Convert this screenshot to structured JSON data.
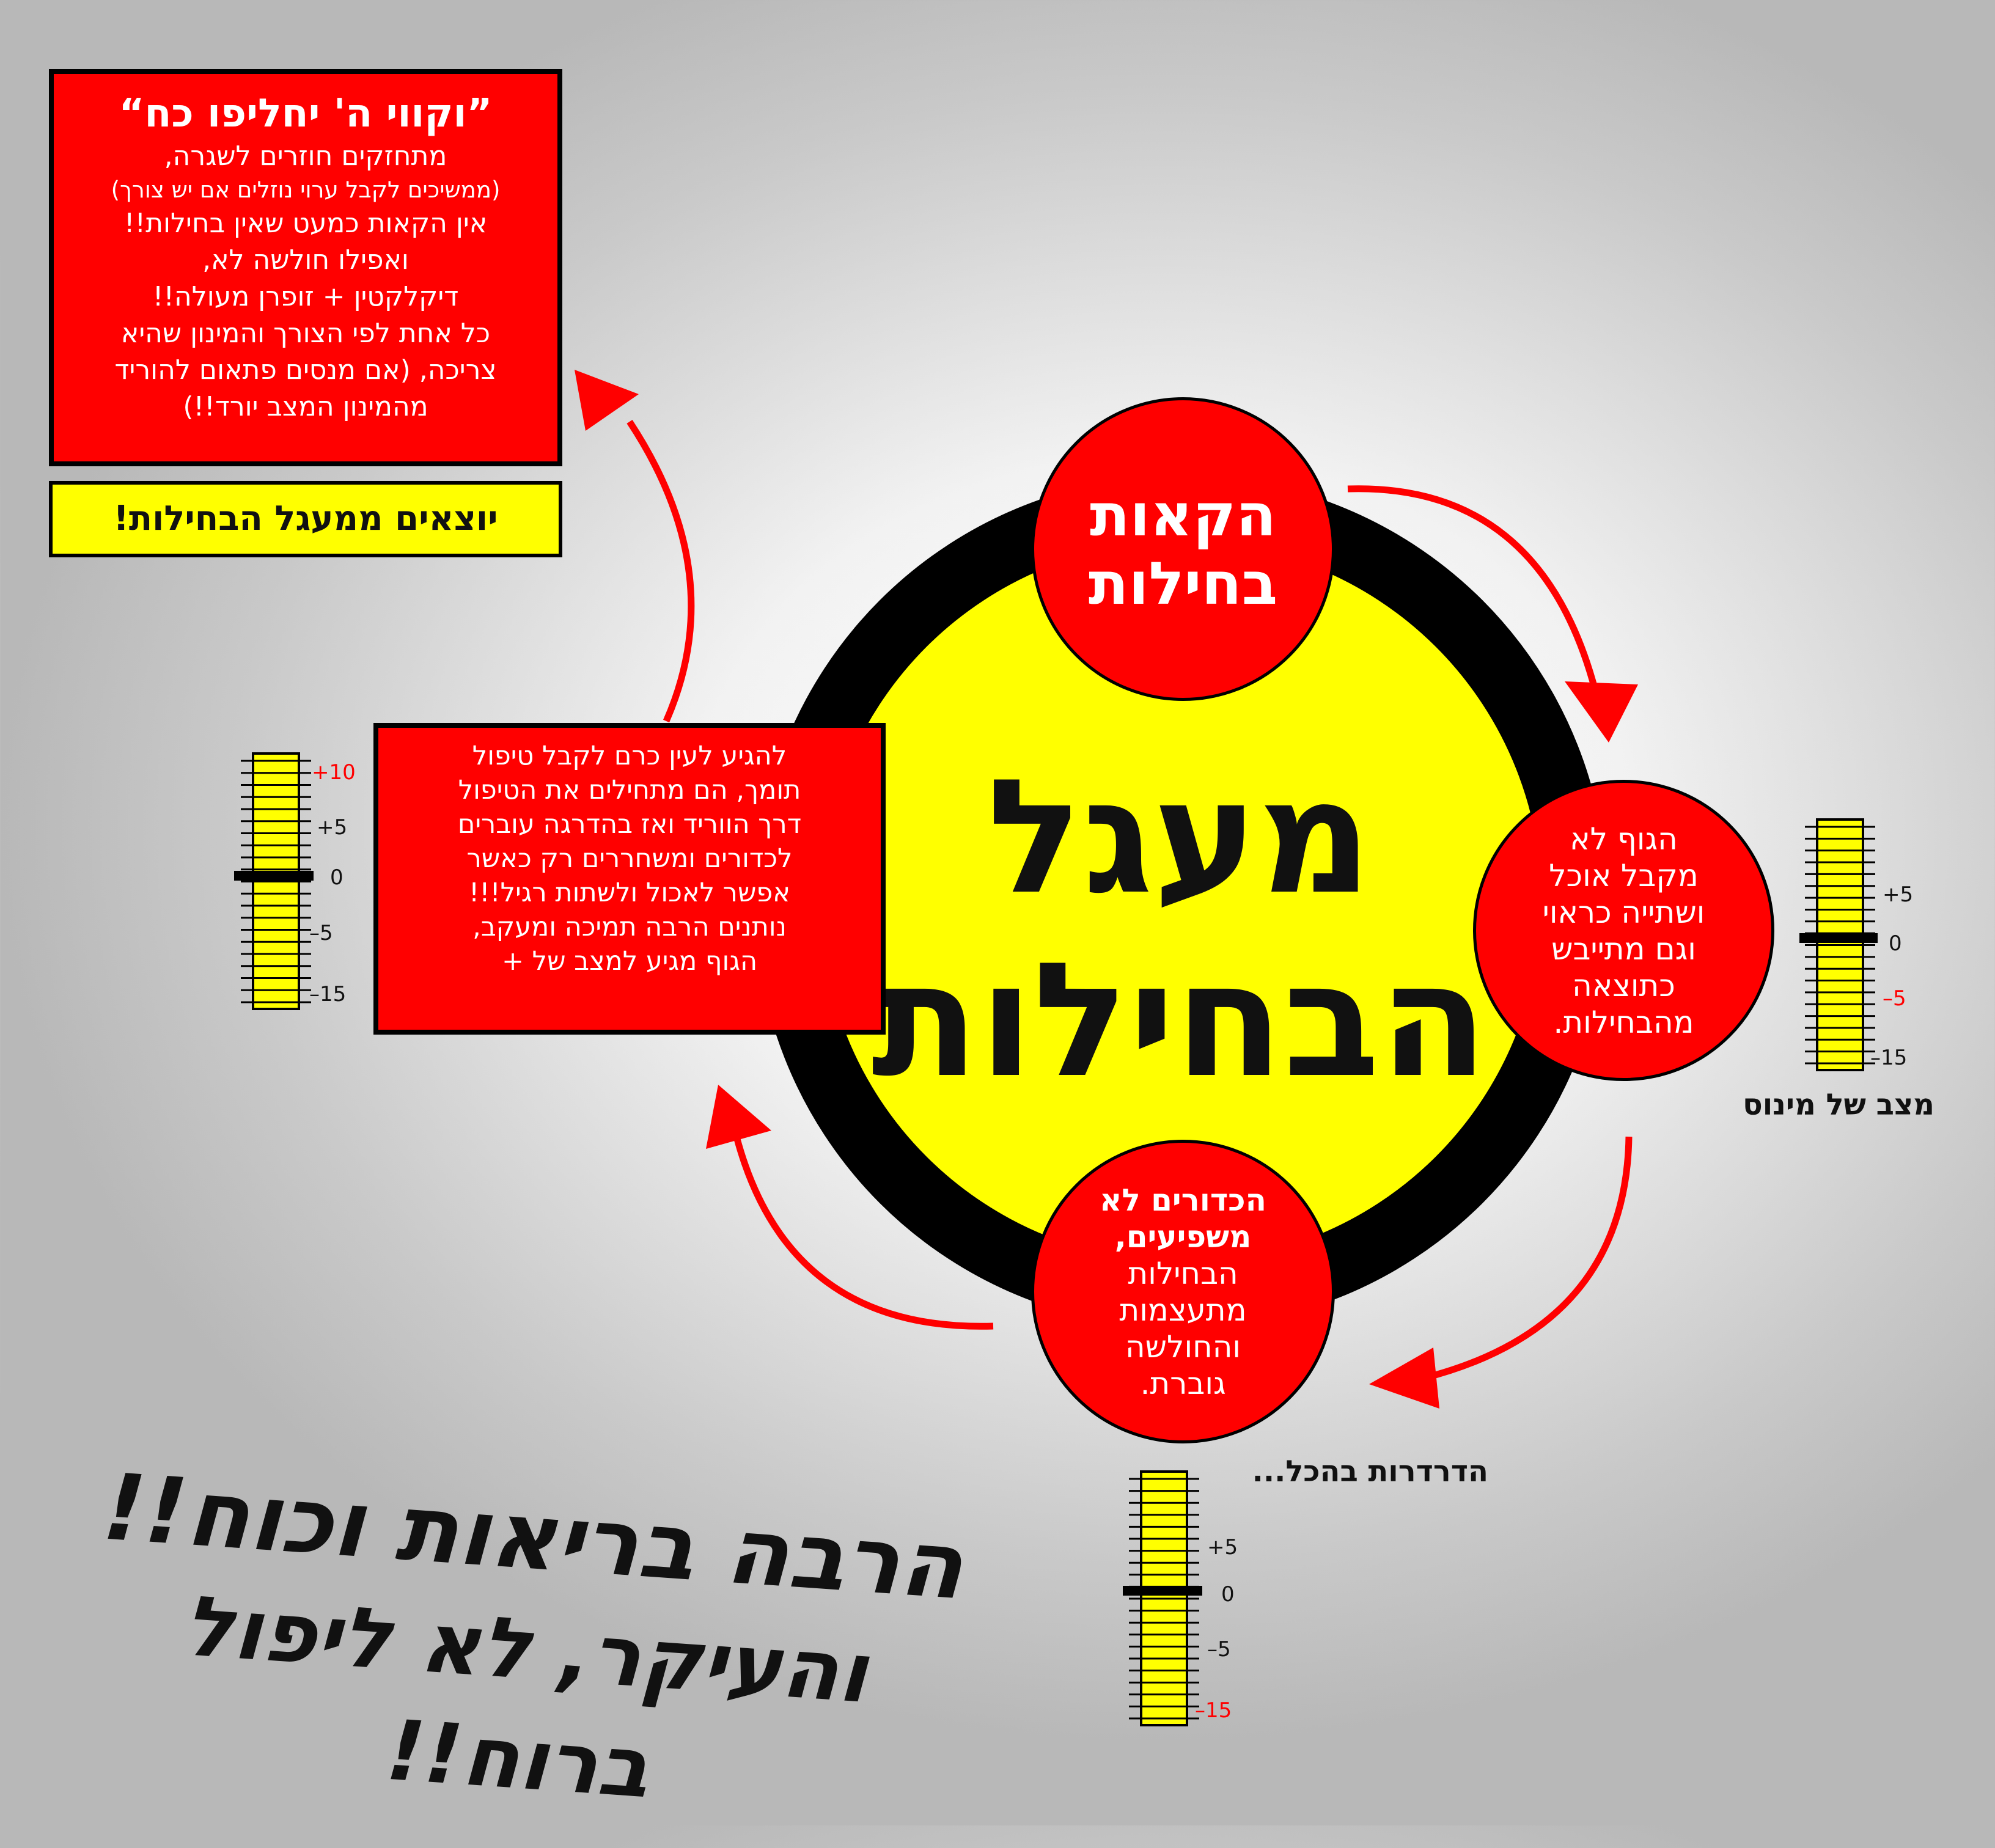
{
  "colors": {
    "red": "#ff0000",
    "yellow": "#ffff00",
    "black": "#000000"
  },
  "center_title": {
    "line1": "מעגל",
    "line2": "הבחילות"
  },
  "nodes": {
    "top": {
      "line1": "הקאות",
      "line2": "בחילות"
    },
    "right": {
      "lines": [
        "הגוף לא",
        "מקבל אוכל",
        "ושתייה כראוי",
        "וגם מתייבש",
        "כתוצאה",
        "מהבחילות."
      ]
    },
    "bottom": {
      "bold_lines": [
        "הכדורים לא",
        "משפיעים,"
      ],
      "lines": [
        "הבחילות",
        "מתעצמות",
        "והחולשה",
        "גוברת."
      ]
    }
  },
  "top_box": {
    "heading": "”וקווי ה' יחליפו כח“",
    "lines": [
      "מתחזקים חוזרים לשגרה,",
      "(ממשיכים לקבל ערוי נוזלים אם יש צורך)",
      "אין הקאות כמעט שאין בחילות!!",
      "ואפילו חולשה לא,",
      "דיקלקטין + זופרן מעולה!!",
      "כל אחת לפי הצורך והמינון שהיא",
      "צריכה, (אם מנסים פתאום להוריד",
      "מהמינון המצב יורד!!)"
    ]
  },
  "exit_box": {
    "text": "יוצאים ממעגל הבחילות!"
  },
  "middle_box": {
    "lines": [
      "להגיע לעין כרם לקבל טיפול",
      "תומך, הם מתחילים את הטיפול",
      "דרך הווריד ואז בהדרגה עוברים",
      "לכדורים ומשחררים רק כאשר",
      "אפשר לאכול ולשתות רגיל!!!",
      "נותנים הרבה תמיכה ומעקב,",
      "הגוף מגיע למצב של +"
    ]
  },
  "gauges": {
    "left": {
      "labels": [
        "+10",
        "+5",
        "0",
        "–5",
        "–15"
      ],
      "highlight": "+10",
      "level": 10
    },
    "right": {
      "caption": "מצב של מינוס",
      "labels": [
        "+5",
        "0",
        "–5",
        "–15"
      ],
      "highlight": "–5",
      "level": -5
    },
    "bottom": {
      "caption": "הדרדרות בהכל...",
      "labels": [
        "+5",
        "0",
        "–5",
        "–15"
      ],
      "highlight": "–15",
      "level": -15
    }
  },
  "slogan": {
    "line1": "הרבה בריאות וכוח!!",
    "line2": "והעיקר, לא ליפול ברוח!!"
  }
}
